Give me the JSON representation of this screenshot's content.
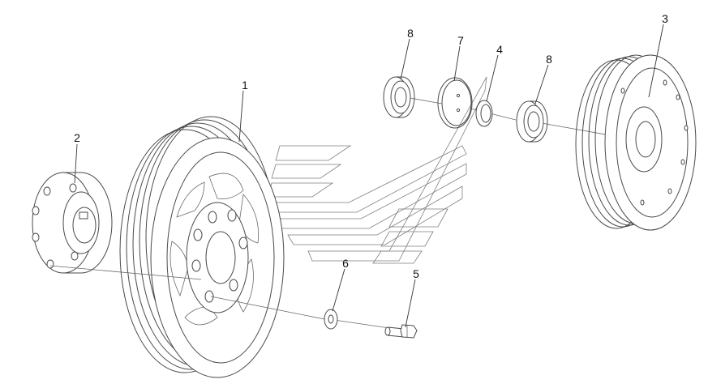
{
  "callouts": [
    {
      "label": "1"
    },
    {
      "label": "2"
    },
    {
      "label": "3"
    },
    {
      "label": "4"
    },
    {
      "label": "5"
    },
    {
      "label": "6"
    },
    {
      "label": "7"
    },
    {
      "label": "8"
    },
    {
      "label": "8"
    }
  ]
}
